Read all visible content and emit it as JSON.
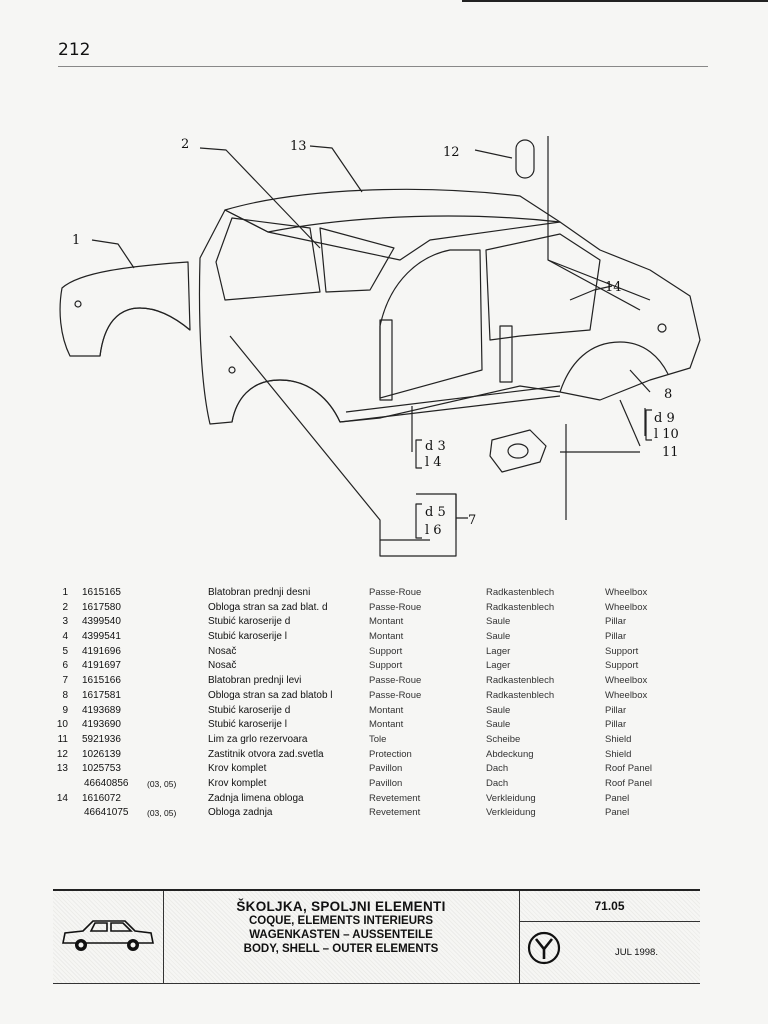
{
  "page": {
    "number": "212"
  },
  "diagram": {
    "callouts": [
      "1",
      "2",
      "13",
      "12",
      "14",
      "8"
    ],
    "brackets": [
      {
        "top": "d 3",
        "bottom": "l 4"
      },
      {
        "top": "d 5",
        "bottom": "l 6",
        "tag": "7"
      },
      {
        "top": "d 9",
        "bottom": "l 10",
        "tag": "11"
      }
    ]
  },
  "parts": [
    {
      "num": "1",
      "code": "1615165",
      "variant": "",
      "name": "Blatobran prednji desni",
      "fr": "Passe-Roue",
      "de": "Radkastenblech",
      "en": "Wheelbox"
    },
    {
      "num": "2",
      "code": "1617580",
      "variant": "",
      "name": "Obloga stran sa zad blat. d",
      "fr": "Passe-Roue",
      "de": "Radkastenblech",
      "en": "Wheelbox"
    },
    {
      "num": "3",
      "code": "4399540",
      "variant": "",
      "name": "Stubić karoserije d",
      "fr": "Montant",
      "de": "Saule",
      "en": "Pillar"
    },
    {
      "num": "4",
      "code": "4399541",
      "variant": "",
      "name": "Stubić karoserije l",
      "fr": "Montant",
      "de": "Saule",
      "en": "Pillar"
    },
    {
      "num": "5",
      "code": "4191696",
      "variant": "",
      "name": "Nosač",
      "fr": "Support",
      "de": "Lager",
      "en": "Support"
    },
    {
      "num": "6",
      "code": "4191697",
      "variant": "",
      "name": "Nosač",
      "fr": "Support",
      "de": "Lager",
      "en": "Support"
    },
    {
      "num": "7",
      "code": "1615166",
      "variant": "",
      "name": "Blatobran prednji levi",
      "fr": "Passe-Roue",
      "de": "Radkastenblech",
      "en": "Wheelbox"
    },
    {
      "num": "8",
      "code": "1617581",
      "variant": "",
      "name": "Obloga stran sa zad blatob l",
      "fr": "Passe-Roue",
      "de": "Radkastenblech",
      "en": "Wheelbox"
    },
    {
      "num": "9",
      "code": "4193689",
      "variant": "",
      "name": "Stubić karoserije d",
      "fr": "Montant",
      "de": "Saule",
      "en": "Pillar"
    },
    {
      "num": "10",
      "code": "4193690",
      "variant": "",
      "name": "Stubić karoserije l",
      "fr": "Montant",
      "de": "Saule",
      "en": "Pillar"
    },
    {
      "num": "11",
      "code": "5921936",
      "variant": "",
      "name": "Lim za grlo rezervoara",
      "fr": "Tole",
      "de": "Scheibe",
      "en": "Shield"
    },
    {
      "num": "12",
      "code": "1026139",
      "variant": "",
      "name": "Zastitnik otvora zad.svetla",
      "fr": "Protection",
      "de": "Abdeckung",
      "en": "Shield"
    },
    {
      "num": "13",
      "code": "1025753",
      "variant": "",
      "name": "Krov komplet",
      "fr": "Pavillon",
      "de": "Dach",
      "en": "Roof Panel"
    },
    {
      "num": "",
      "code": "46640856",
      "variant": "(03, 05)",
      "name": "Krov komplet",
      "fr": "Pavillon",
      "de": "Dach",
      "en": "Roof Panel"
    },
    {
      "num": "14",
      "code": "1616072",
      "variant": "",
      "name": "Zadnja limena obloga",
      "fr": "Revetement",
      "de": "Verkleidung",
      "en": "Panel"
    },
    {
      "num": "",
      "code": "46641075",
      "variant": "(03, 05)",
      "name": "Obloga zadnja",
      "fr": "Revetement",
      "de": "Verkleidung",
      "en": "Panel"
    }
  ],
  "title_block": {
    "main": "ŠKOLJKA, SPOLJNI ELEMENTI",
    "fr": "COQUE, ELEMENTS INTERIEURS",
    "de": "WAGENKASTEN – AUSSENTEILE",
    "en": "BODY, SHELL – OUTER ELEMENTS",
    "code": "71.05",
    "date": "JUL 1998."
  }
}
